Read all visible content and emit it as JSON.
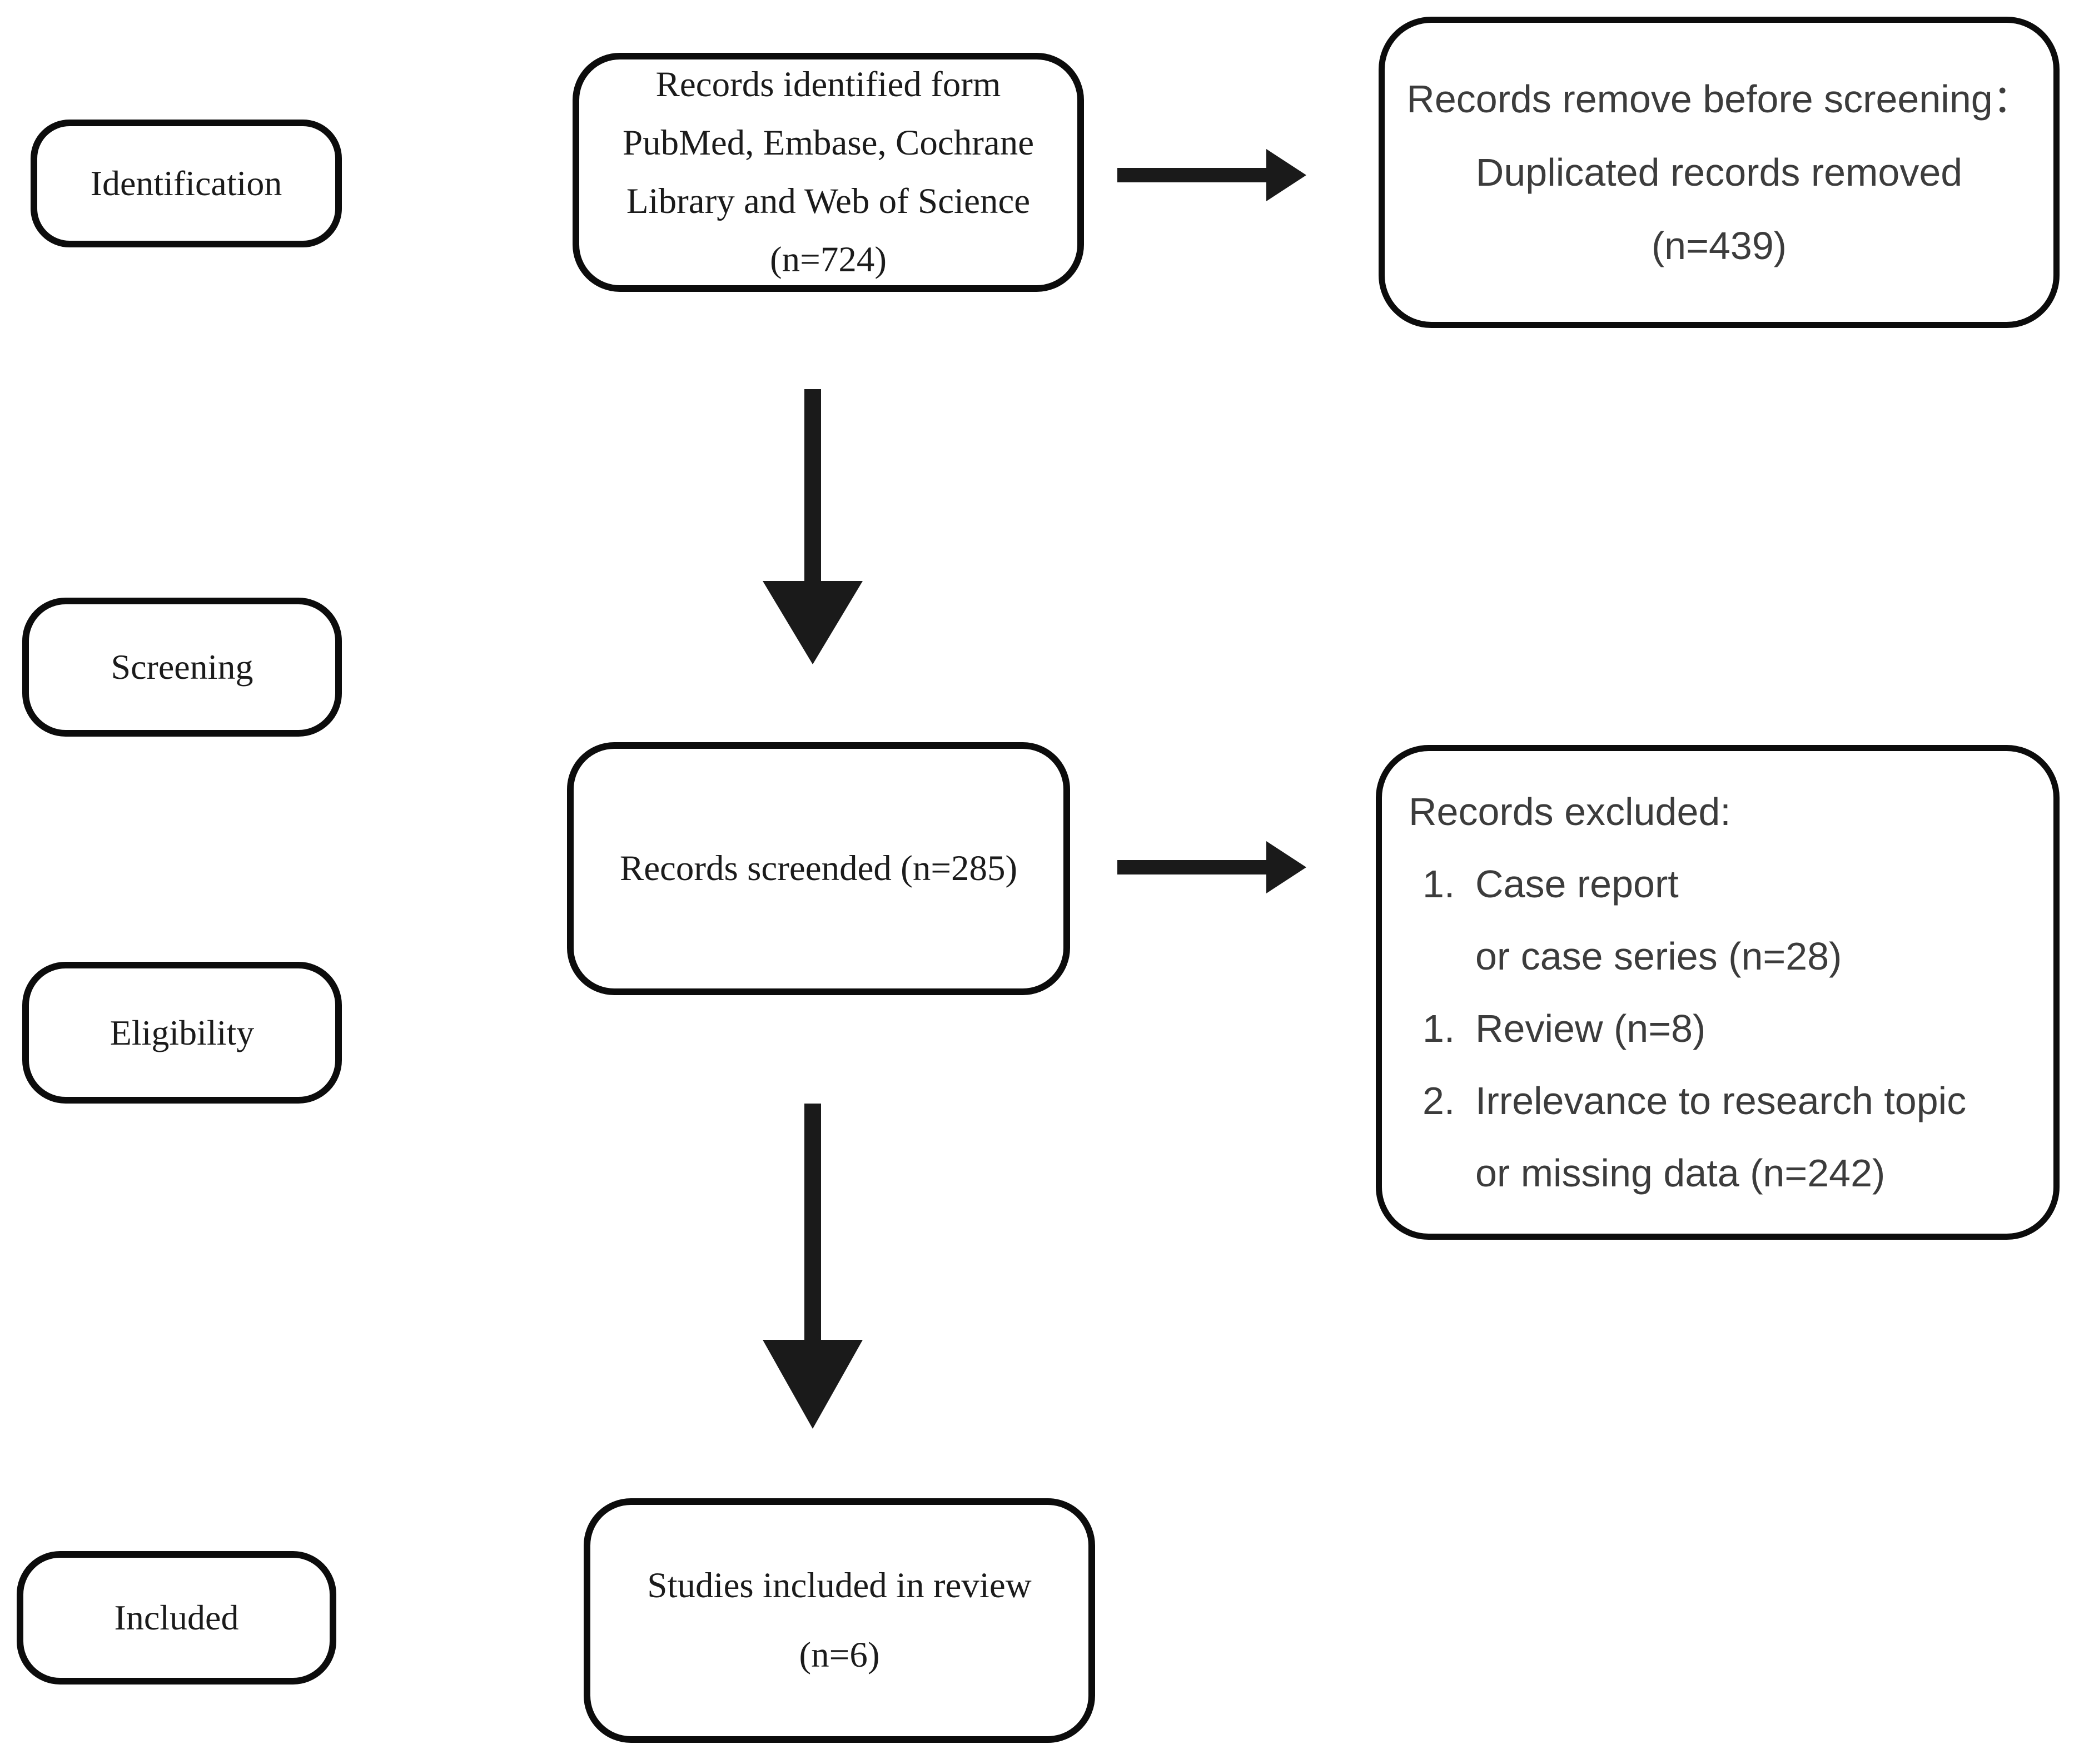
{
  "stages": [
    {
      "label": "Identification"
    },
    {
      "label": "Screening"
    },
    {
      "label": "Eligibility"
    },
    {
      "label": "Included"
    }
  ],
  "boxes": {
    "identified": {
      "lines": [
        "Records identified form",
        "PubMed, Embase, Cochrane",
        "Library and Web of Science",
        "(n=724)"
      ]
    },
    "removed": {
      "lines": [
        "Records remove before screening：",
        "Duplicated records removed",
        "(n=439)"
      ]
    },
    "screened": {
      "lines": [
        "Records screended (n=285)"
      ]
    },
    "excluded": {
      "title": "Records excluded:",
      "items": [
        {
          "num": "1.",
          "lines": [
            "Case report",
            "or case series (n=28)"
          ]
        },
        {
          "num": "1.",
          "lines": [
            "Review (n=8)"
          ]
        },
        {
          "num": "2.",
          "lines": [
            "Irrelevance to research topic",
            "or missing data (n=242)"
          ]
        }
      ]
    },
    "studies": {
      "lines": [
        "Studies included in review",
        "(n=6)"
      ]
    }
  },
  "counts": {
    "identified": 724,
    "duplicates_removed": 439,
    "screened": 285,
    "excluded_case_report_or_series": 28,
    "excluded_review": 8,
    "excluded_irrelevance_or_missing_data": 242,
    "included_in_review": 6
  },
  "colors": {
    "background": "#ffffff",
    "box_border": "#0c0c0c",
    "arrow": "#1a1a1a",
    "serif_text": "#1b1b1b",
    "sans_text": "#3c3c3c"
  }
}
